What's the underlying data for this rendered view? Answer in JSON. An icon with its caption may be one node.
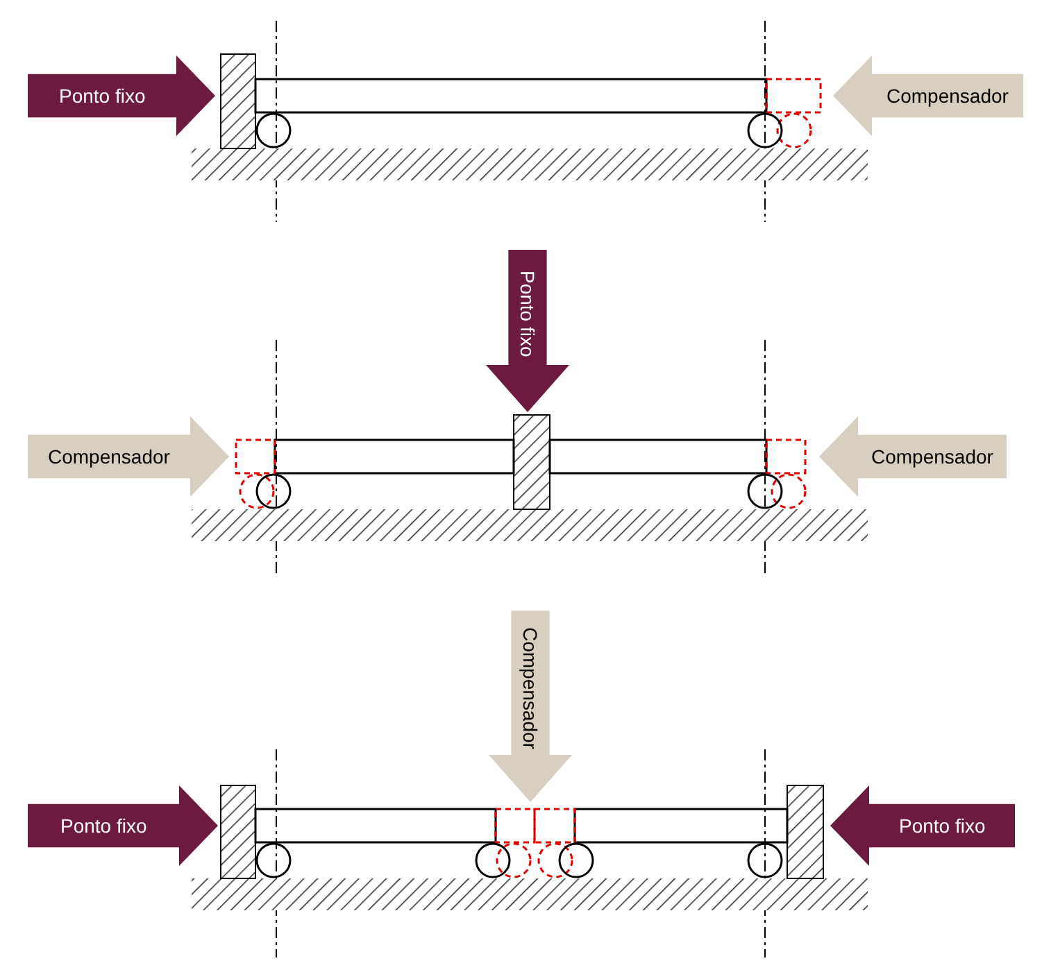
{
  "diagram": {
    "nodes": [
      {
        "text": [
          "Ponto fixo"
        ]
      },
      {
        "text": [
          "Compensador"
        ]
      },
      {
        "text": [
          "Ponto fixo"
        ]
      },
      {
        "text": [
          "Compensador"
        ]
      },
      {
        "text": [
          "Compensador"
        ]
      },
      {
        "text": [
          "Compensador"
        ]
      },
      {
        "text": [
          "Ponto fixo"
        ]
      },
      {
        "text": [
          "Ponto fixo"
        ]
      }
    ]
  }
}
